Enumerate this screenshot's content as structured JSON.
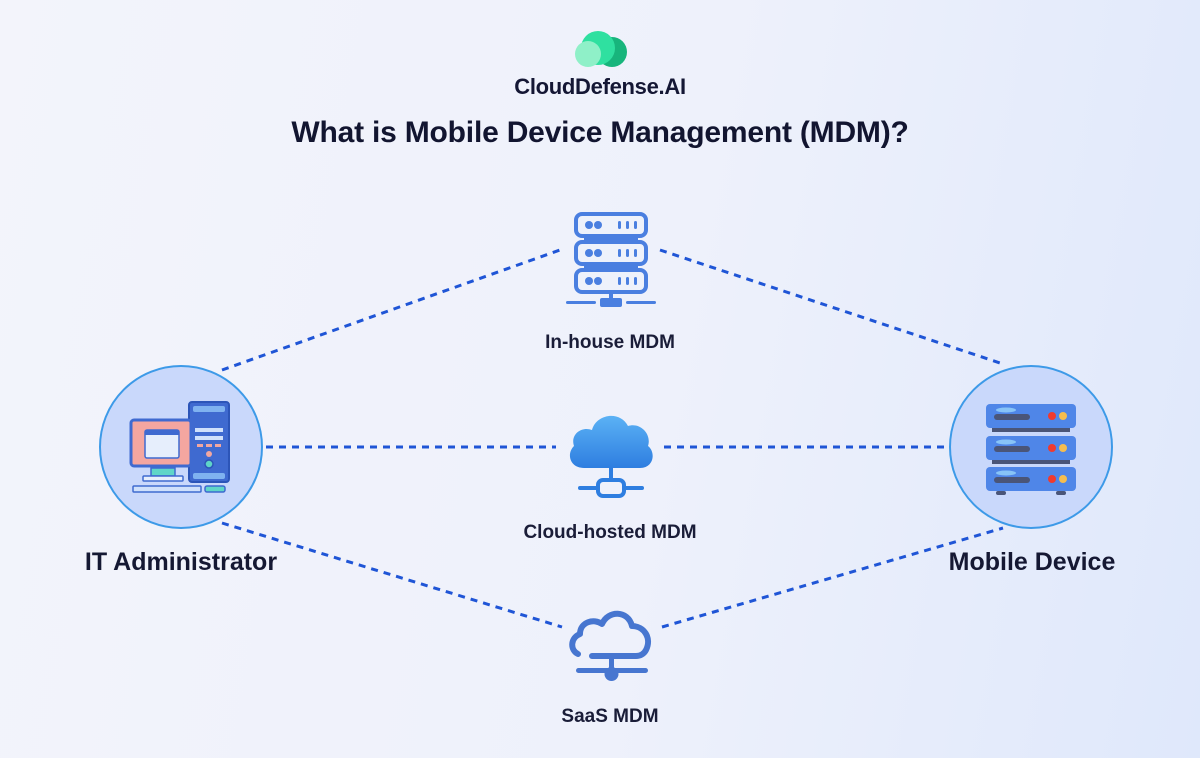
{
  "brand": {
    "name": "CloudDefense.AI",
    "logo_icon": "cloud-logo-icon",
    "logo_colors": [
      "#8ff0c8",
      "#2fe0a0",
      "#18b57c"
    ]
  },
  "title": "What is Mobile Device Management (MDM)?",
  "nodes": {
    "left": {
      "label": "IT Administrator",
      "icon": "desktop-computer-icon"
    },
    "right": {
      "label": "Mobile Device",
      "icon": "server-rack-icon"
    },
    "top": {
      "label": "In-house MDM",
      "icon": "server-network-icon"
    },
    "middle": {
      "label": "Cloud-hosted MDM",
      "icon": "cloud-network-icon"
    },
    "bottom": {
      "label": "SaaS MDM",
      "icon": "cloud-outline-network-icon"
    }
  },
  "colors": {
    "connector": "#1f55d6",
    "circle_fill": "#c9d8fb",
    "circle_border": "#3d9ae8",
    "icon_blue": "#4a7fe0"
  }
}
